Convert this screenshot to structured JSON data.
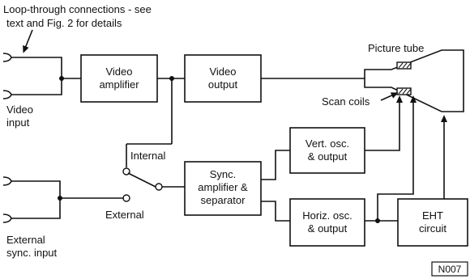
{
  "annotations": {
    "loop_through_line1": "Loop-through connections - see",
    "loop_through_line2": "text and Fig. 2 for details",
    "picture_tube": "Picture tube",
    "scan_coils": "Scan coils",
    "video_input_line1": "Video",
    "video_input_line2": "input",
    "internal": "Internal",
    "external": "External",
    "ext_sync_line1": "External",
    "ext_sync_line2": "sync. input",
    "figure_code": "N007"
  },
  "blocks": {
    "video_amplifier": [
      "Video",
      "amplifier"
    ],
    "video_output": [
      "Video",
      "output"
    ],
    "sync_amp_sep": [
      "Sync.",
      "amplifier &",
      "separator"
    ],
    "vert_osc": [
      "Vert. osc.",
      "& output"
    ],
    "horiz_osc": [
      "Horiz. osc.",
      "& output"
    ],
    "eht_circuit": [
      "EHT",
      "circuit"
    ]
  }
}
